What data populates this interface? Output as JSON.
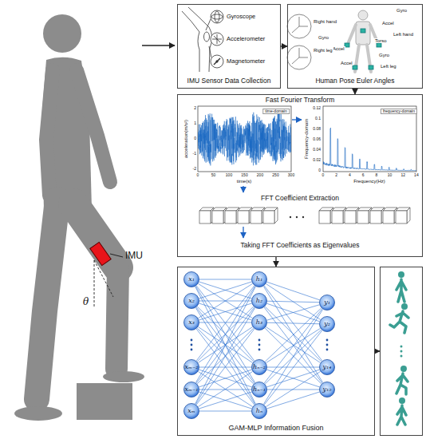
{
  "diagram": {
    "nodes": [
      {
        "text": [
          "IMU Sensor Data Collection"
        ]
      },
      {
        "text": [
          "Human Pose Euler Angles"
        ]
      },
      {
        "text": [
          "Fast Fourier Transform",
          "FFT Coefficient Extraction",
          "Taking FFT Coefficients as Eigenvalues"
        ]
      },
      {
        "text": [
          "GAM-MLP Information Fusion"
        ]
      },
      {
        "text": [
          "x₁"
        ],
        "in": 3
      },
      {
        "text": [
          "x₂"
        ],
        "in": 3
      },
      {
        "text": [
          "x₃"
        ],
        "in": 3
      },
      {
        "text": [
          "xₘ₋₂"
        ],
        "in": 3
      },
      {
        "text": [
          "xₘ₋₁"
        ],
        "in": 3
      },
      {
        "text": [
          "xₘ"
        ],
        "in": 3
      },
      {
        "text": [
          "h₁"
        ],
        "in": 3
      },
      {
        "text": [
          "h₂"
        ],
        "in": 3
      },
      {
        "text": [
          "h₃"
        ],
        "in": 3
      },
      {
        "text": [
          "hₙ₋₂"
        ],
        "in": 3
      },
      {
        "text": [
          "hₙ₋₁"
        ],
        "in": 3
      },
      {
        "text": [
          "hₙ"
        ],
        "in": 3
      },
      {
        "text": [
          "y₁"
        ],
        "in": 3
      },
      {
        "text": [
          "y₂"
        ],
        "in": 3
      },
      {
        "text": [
          "y₁₄"
        ],
        "in": 3
      },
      {
        "text": [
          "y₁₅"
        ],
        "in": 3
      }
    ],
    "edges": [
      {
        "from": 0,
        "to": 1,
        "arrow": "to"
      },
      {
        "from": 1,
        "to": 2,
        "arrow": "to"
      },
      {
        "from": 2,
        "to": 3,
        "arrow": "to"
      },
      {
        "from": 4,
        "to": 10,
        "arrow": "none"
      },
      {
        "from": 4,
        "to": 11,
        "arrow": "none"
      },
      {
        "from": 4,
        "to": 12,
        "arrow": "none"
      },
      {
        "from": 4,
        "to": 13,
        "arrow": "none"
      },
      {
        "from": 4,
        "to": 14,
        "arrow": "none"
      },
      {
        "from": 4,
        "to": 15,
        "arrow": "none"
      },
      {
        "from": 5,
        "to": 10,
        "arrow": "none"
      },
      {
        "from": 5,
        "to": 11,
        "arrow": "none"
      },
      {
        "from": 5,
        "to": 12,
        "arrow": "none"
      },
      {
        "from": 5,
        "to": 13,
        "arrow": "none"
      },
      {
        "from": 5,
        "to": 14,
        "arrow": "none"
      },
      {
        "from": 5,
        "to": 15,
        "arrow": "none"
      },
      {
        "from": 6,
        "to": 10,
        "arrow": "none"
      },
      {
        "from": 6,
        "to": 11,
        "arrow": "none"
      },
      {
        "from": 6,
        "to": 12,
        "arrow": "none"
      },
      {
        "from": 6,
        "to": 13,
        "arrow": "none"
      },
      {
        "from": 6,
        "to": 14,
        "arrow": "none"
      },
      {
        "from": 6,
        "to": 15,
        "arrow": "none"
      },
      {
        "from": 7,
        "to": 10,
        "arrow": "none"
      },
      {
        "from": 7,
        "to": 11,
        "arrow": "none"
      },
      {
        "from": 7,
        "to": 12,
        "arrow": "none"
      },
      {
        "from": 7,
        "to": 13,
        "arrow": "none"
      },
      {
        "from": 7,
        "to": 14,
        "arrow": "none"
      },
      {
        "from": 7,
        "to": 15,
        "arrow": "none"
      },
      {
        "from": 8,
        "to": 10,
        "arrow": "none"
      },
      {
        "from": 8,
        "to": 11,
        "arrow": "none"
      },
      {
        "from": 8,
        "to": 12,
        "arrow": "none"
      },
      {
        "from": 8,
        "to": 13,
        "arrow": "none"
      },
      {
        "from": 8,
        "to": 14,
        "arrow": "none"
      },
      {
        "from": 8,
        "to": 15,
        "arrow": "none"
      },
      {
        "from": 9,
        "to": 10,
        "arrow": "none"
      },
      {
        "from": 9,
        "to": 11,
        "arrow": "none"
      },
      {
        "from": 9,
        "to": 12,
        "arrow": "none"
      },
      {
        "from": 9,
        "to": 13,
        "arrow": "none"
      },
      {
        "from": 9,
        "to": 14,
        "arrow": "none"
      },
      {
        "from": 9,
        "to": 15,
        "arrow": "none"
      },
      {
        "from": 10,
        "to": 16,
        "arrow": "none"
      },
      {
        "from": 10,
        "to": 17,
        "arrow": "none"
      },
      {
        "from": 10,
        "to": 18,
        "arrow": "none"
      },
      {
        "from": 10,
        "to": 19,
        "arrow": "none"
      },
      {
        "from": 11,
        "to": 16,
        "arrow": "none"
      },
      {
        "from": 11,
        "to": 17,
        "arrow": "none"
      },
      {
        "from": 11,
        "to": 18,
        "arrow": "none"
      },
      {
        "from": 11,
        "to": 19,
        "arrow": "none"
      },
      {
        "from": 12,
        "to": 16,
        "arrow": "none"
      },
      {
        "from": 12,
        "to": 17,
        "arrow": "none"
      },
      {
        "from": 12,
        "to": 18,
        "arrow": "none"
      },
      {
        "from": 12,
        "to": 19,
        "arrow": "none"
      },
      {
        "from": 13,
        "to": 16,
        "arrow": "none"
      },
      {
        "from": 13,
        "to": 17,
        "arrow": "none"
      },
      {
        "from": 13,
        "to": 18,
        "arrow": "none"
      },
      {
        "from": 13,
        "to": 19,
        "arrow": "none"
      },
      {
        "from": 14,
        "to": 16,
        "arrow": "none"
      },
      {
        "from": 14,
        "to": 17,
        "arrow": "none"
      },
      {
        "from": 14,
        "to": 18,
        "arrow": "none"
      },
      {
        "from": 14,
        "to": 19,
        "arrow": "none"
      },
      {
        "from": 15,
        "to": 16,
        "arrow": "none"
      },
      {
        "from": 15,
        "to": 17,
        "arrow": "none"
      },
      {
        "from": 15,
        "to": 18,
        "arrow": "none"
      },
      {
        "from": 15,
        "to": 19,
        "arrow": "none"
      }
    ],
    "labels": [
      "IMU",
      "θ",
      "Gyroscope",
      "Accelerometer",
      "Magnetometer",
      "Gyro",
      "Right hand",
      "Left hand",
      "Gyro",
      "Accel",
      "Accel",
      "Torso",
      "Accel",
      "Gyro",
      "Right leg",
      "Left leg",
      "acceleration(m/s²)",
      "2",
      "1",
      "0",
      "-1",
      "-2",
      "0",
      "50",
      "100",
      "150",
      "200",
      "250",
      "300",
      "time(s)",
      "time-domain",
      "Frequency-domain",
      "0.12",
      "0.1",
      "0.08",
      "0.06",
      "0.04",
      "0.02",
      "0",
      "0",
      "2",
      "4",
      "6",
      "8",
      "10",
      "12",
      "14",
      "Frequency(Hz)",
      "frequency-domain"
    ]
  }
}
